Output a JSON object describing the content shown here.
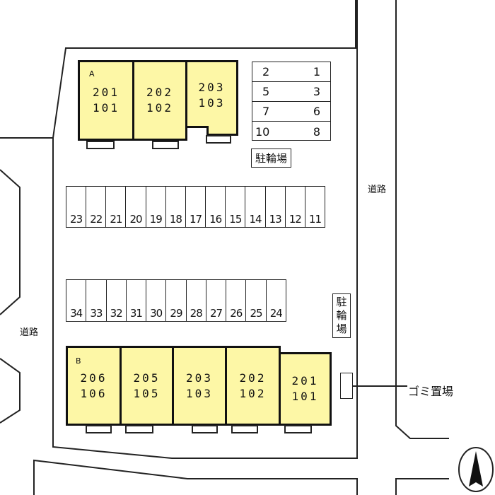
{
  "roads": {
    "east_label": "道路",
    "west_label": "道路"
  },
  "building_a": {
    "label": "A",
    "units": [
      {
        "upper": "201",
        "lower": "101"
      },
      {
        "upper": "202",
        "lower": "102"
      },
      {
        "upper": "203",
        "lower": "103"
      }
    ]
  },
  "building_b": {
    "label": "B",
    "units": [
      {
        "upper": "206",
        "lower": "106"
      },
      {
        "upper": "205",
        "lower": "105"
      },
      {
        "upper": "203",
        "lower": "103"
      },
      {
        "upper": "202",
        "lower": "102"
      },
      {
        "upper": "201",
        "lower": "101"
      }
    ]
  },
  "bike_table": {
    "rows": [
      {
        "left": "2",
        "right": "1"
      },
      {
        "left": "5",
        "right": "3"
      },
      {
        "left": "7",
        "right": "6"
      },
      {
        "left": "10",
        "right": "8"
      }
    ]
  },
  "bicycle_parking_label": "駐輪場",
  "bicycle_parking_vertical": [
    "駐",
    "輪",
    "場"
  ],
  "parking_row_top": [
    "23",
    "22",
    "21",
    "20",
    "19",
    "18",
    "17",
    "16",
    "15",
    "14",
    "13",
    "12",
    "11"
  ],
  "parking_row_bottom": [
    "34",
    "33",
    "32",
    "31",
    "30",
    "29",
    "28",
    "27",
    "26",
    "25",
    "24"
  ],
  "garbage_label": "ゴミ置場",
  "colors": {
    "building_fill": "#fdf7a6",
    "line": "#111111"
  }
}
